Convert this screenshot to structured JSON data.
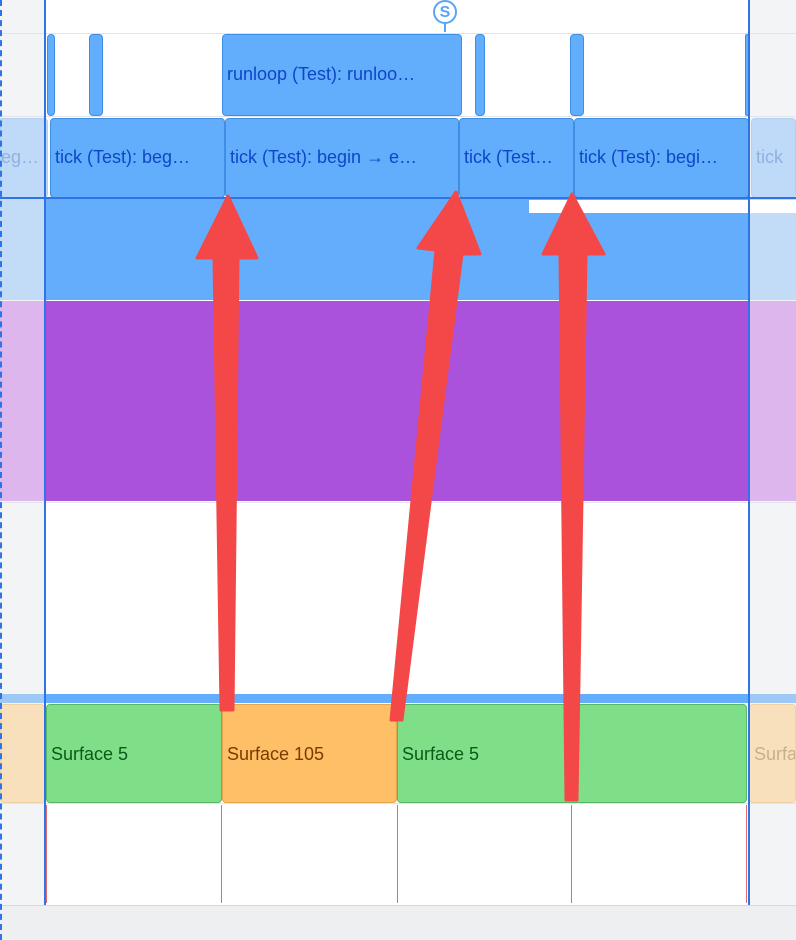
{
  "marker": {
    "label": "S",
    "color": "#5aa4f6"
  },
  "runloop_row": {
    "main_label": "runloop (Test): runloo…"
  },
  "tick_row": {
    "left_faded_label": "eg…",
    "labels": [
      "tick (Test): beg…",
      "tick (Test): begin → e…",
      "tick (Test…",
      "tick (Test): begi…"
    ],
    "right_faded_label": "tick"
  },
  "surface_row": {
    "labels": [
      "Surface 5",
      "Surface 105",
      "Surface 5"
    ],
    "right_faded_label": "Surfa"
  },
  "colors": {
    "bar_blue": "#62aefc",
    "band_purple": "#ab52dd",
    "surface_green": "#7fdf89",
    "surface_orange": "#ffbf66",
    "selection_blue": "#2f74e6",
    "arrow_red": "#f44848"
  }
}
